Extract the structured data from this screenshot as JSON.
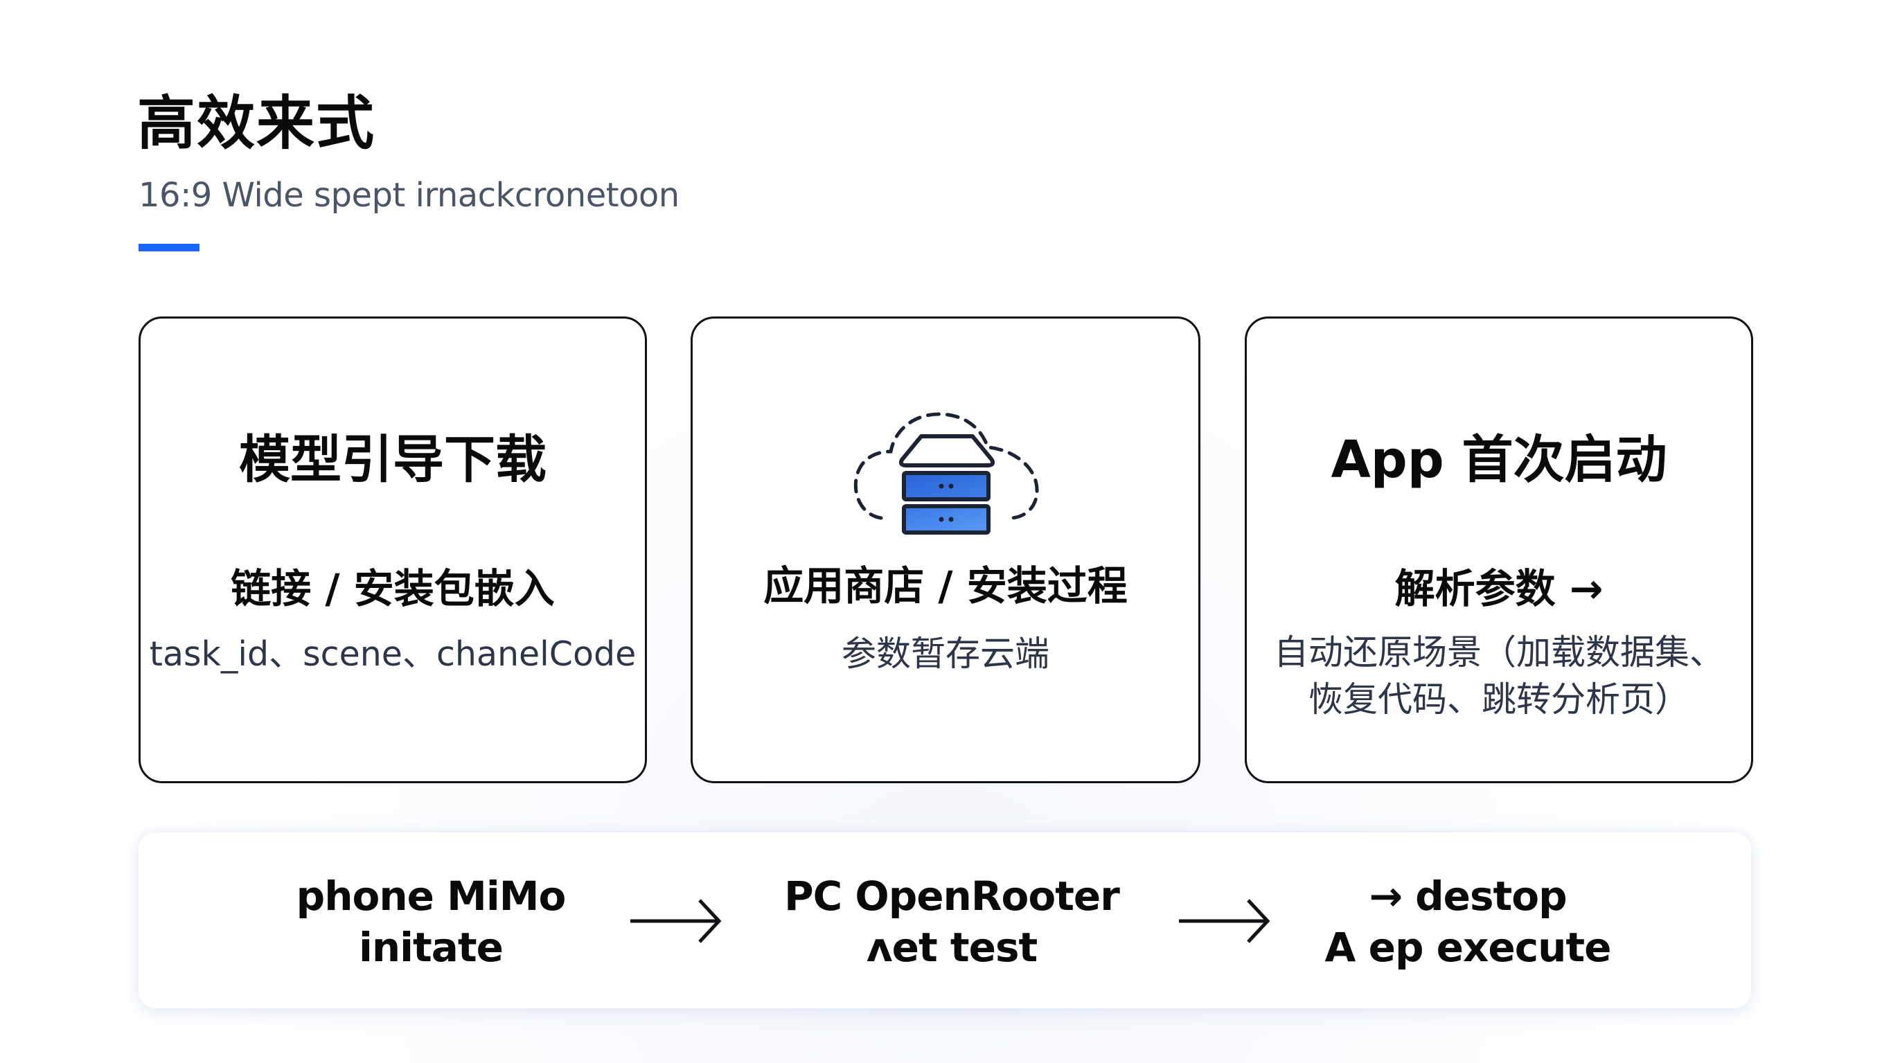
{
  "header": {
    "title": "高效来式",
    "subtitle": "16:9 Wide spept irnackcronetoon",
    "accent_color": "#1866ff"
  },
  "cards": [
    {
      "heading": "模型引导下载",
      "subheading": "链接 / 安装包嵌入",
      "body_lines": [
        "task_id、scene、chanelCode"
      ]
    },
    {
      "icon": "cloud-server-icon",
      "subheading": "应用商店 / 安装过程",
      "body_lines": [
        "参数暂存云端"
      ],
      "icon_color": "#2f6fe0"
    },
    {
      "heading": "App 首次启动",
      "subheading": "解析参数 →",
      "body_lines": [
        "自动还原场景（加载数据集、",
        "恢复代码、跳转分析页）"
      ]
    }
  ],
  "flow": {
    "steps": [
      {
        "line1": "phone MiMo",
        "line2": "initate"
      },
      {
        "line1": "PC OpenRooter",
        "line2": "ʌet test"
      },
      {
        "line1": "→ destop",
        "line2": "A ep execute"
      }
    ],
    "arrows": [
      "arrow-right-icon",
      "arrow-right-icon"
    ]
  }
}
